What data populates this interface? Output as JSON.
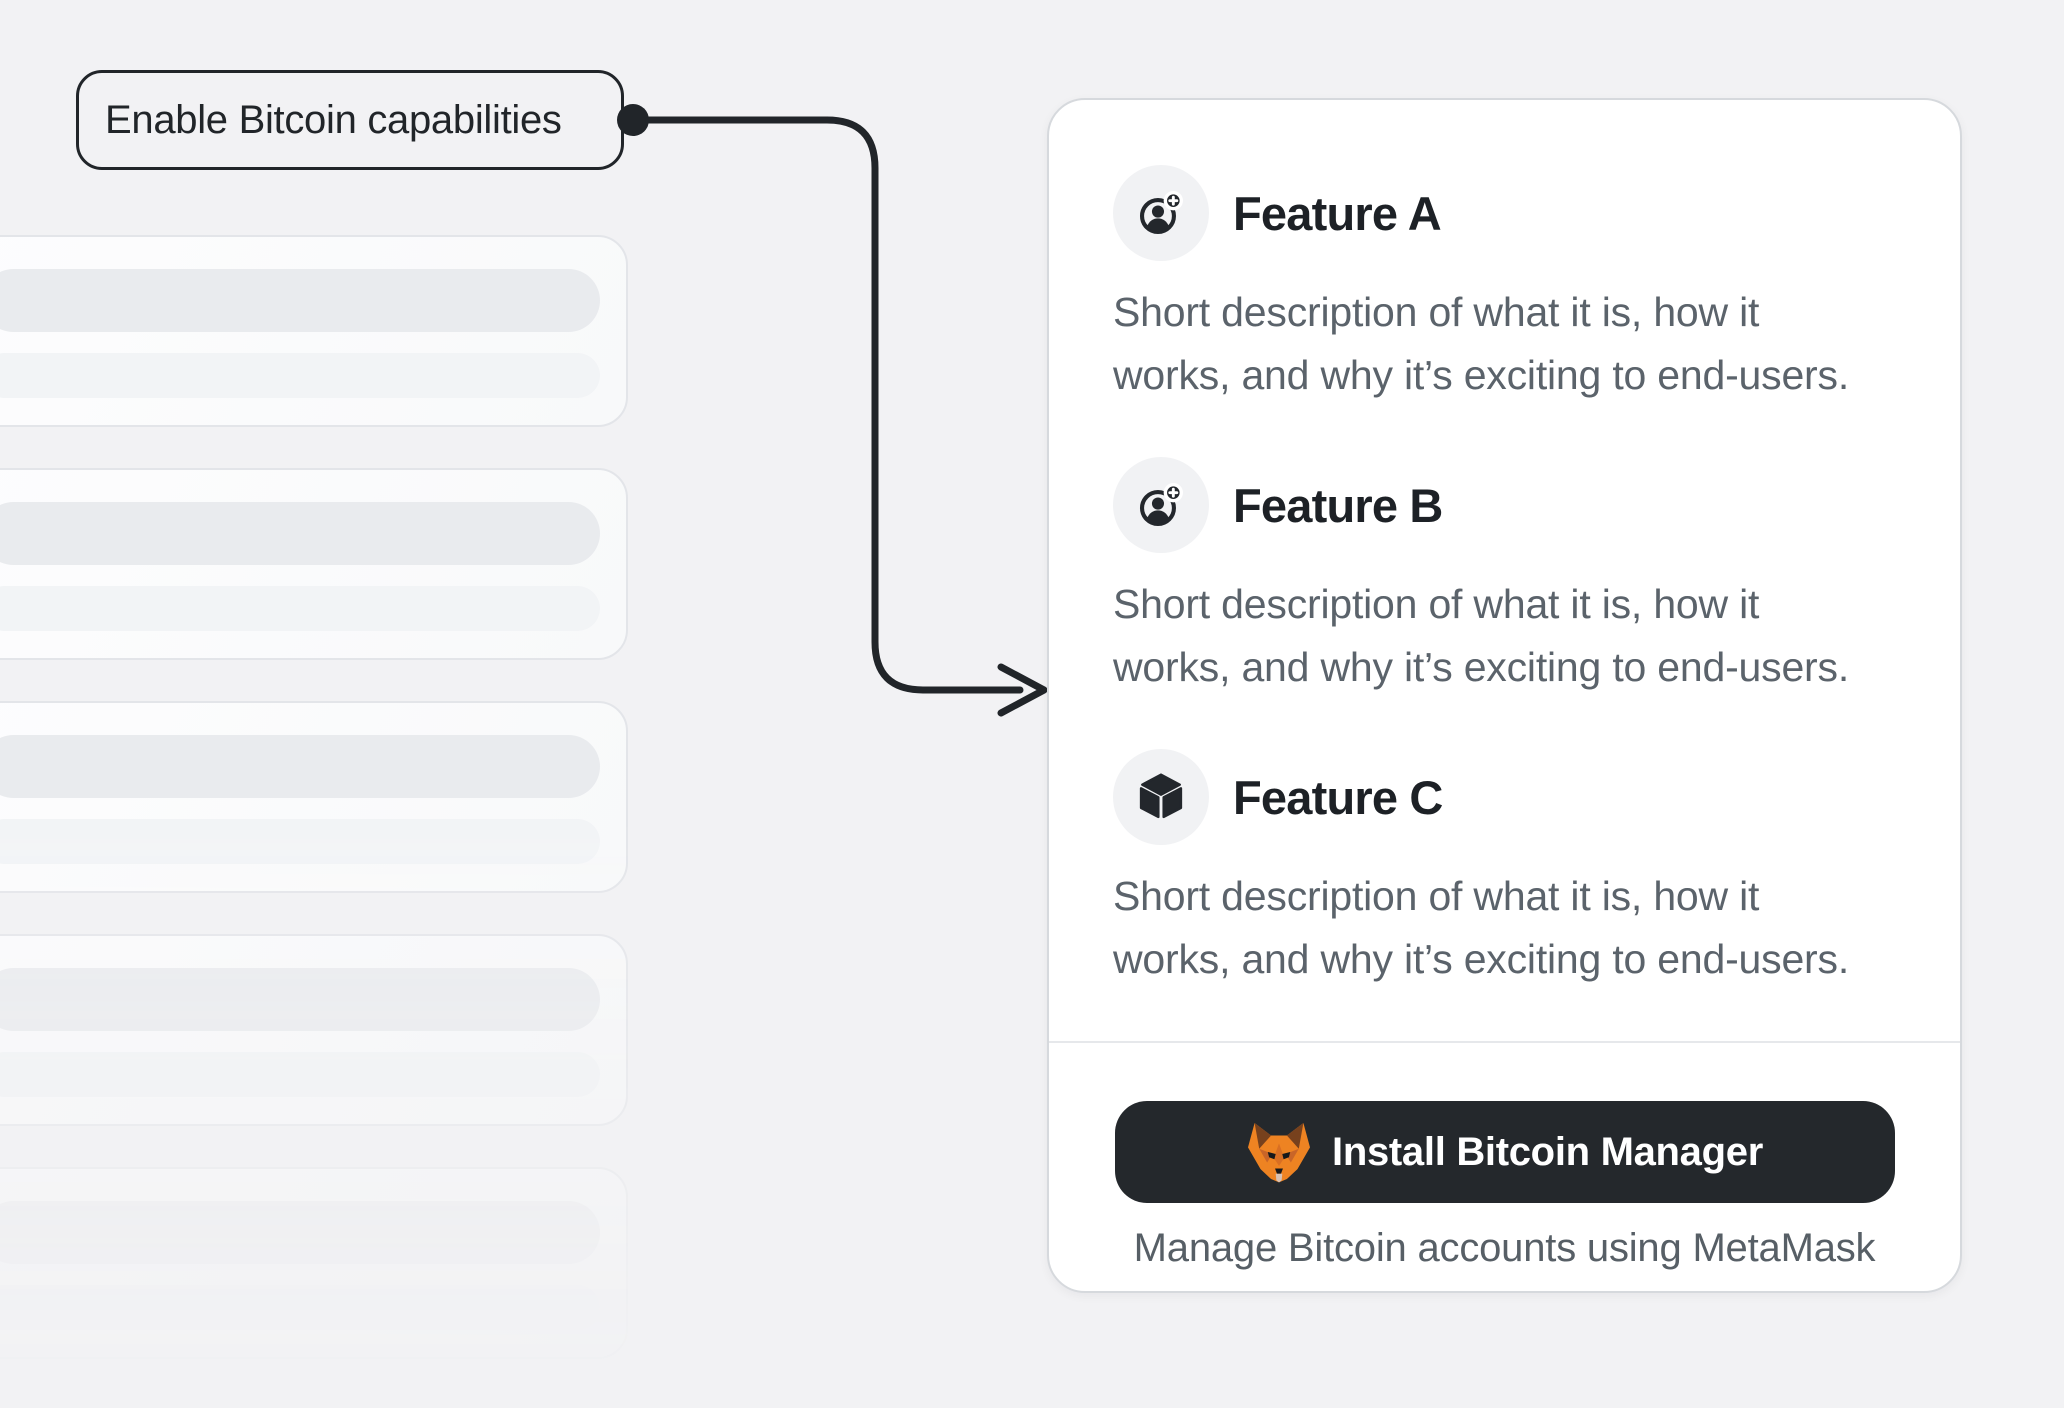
{
  "page": {
    "background": "#f2f2f4"
  },
  "callout": {
    "label": "Enable Bitcoin capabilities"
  },
  "skeleton": {
    "card_count": 5
  },
  "panel": {
    "features": [
      {
        "icon": "user-add-icon",
        "title": "Feature A",
        "desc_line1": "Short description of what it is, how it",
        "desc_line2": "works, and why it’s exciting to end-users."
      },
      {
        "icon": "user-add-icon",
        "title": "Feature B",
        "desc_line1": "Short description of what it is, how it",
        "desc_line2": "works, and why it’s exciting to end-users."
      },
      {
        "icon": "cube-icon",
        "title": "Feature C",
        "desc_line1": "Short description of what it is, how it",
        "desc_line2": "works, and why it’s exciting to end-users."
      }
    ],
    "install_button": {
      "icon": "metamask-fox-icon",
      "label": "Install Bitcoin Manager"
    },
    "caption": "Manage Bitcoin accounts using MetaMask"
  },
  "colors": {
    "accent_dark": "#212529",
    "title_text": "#1d2126",
    "muted_text": "#5b636b",
    "panel_border": "#d6d9dd",
    "skeleton_line_dark": "#e9ebee",
    "skeleton_line_light": "#f2f4f6",
    "button_bg": "#24282c",
    "fox_orange": "#ee8322"
  }
}
